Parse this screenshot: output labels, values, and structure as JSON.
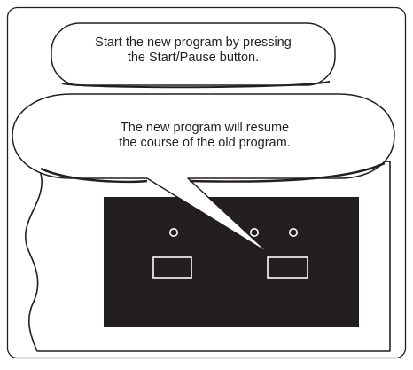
{
  "callouts": {
    "top": {
      "line1": "Start the new program by pressing",
      "line2": "the Start/Pause button."
    },
    "bottom": {
      "line1": "The new program will resume",
      "line2": "the course of the old program."
    }
  },
  "colors": {
    "outline": "#231f20",
    "panel": "#231f20",
    "control_stroke": "#ffffff",
    "background": "#ffffff"
  },
  "icons": {
    "indicator_lights": "circle-icon",
    "buttons": "rectangle-button-icon"
  }
}
